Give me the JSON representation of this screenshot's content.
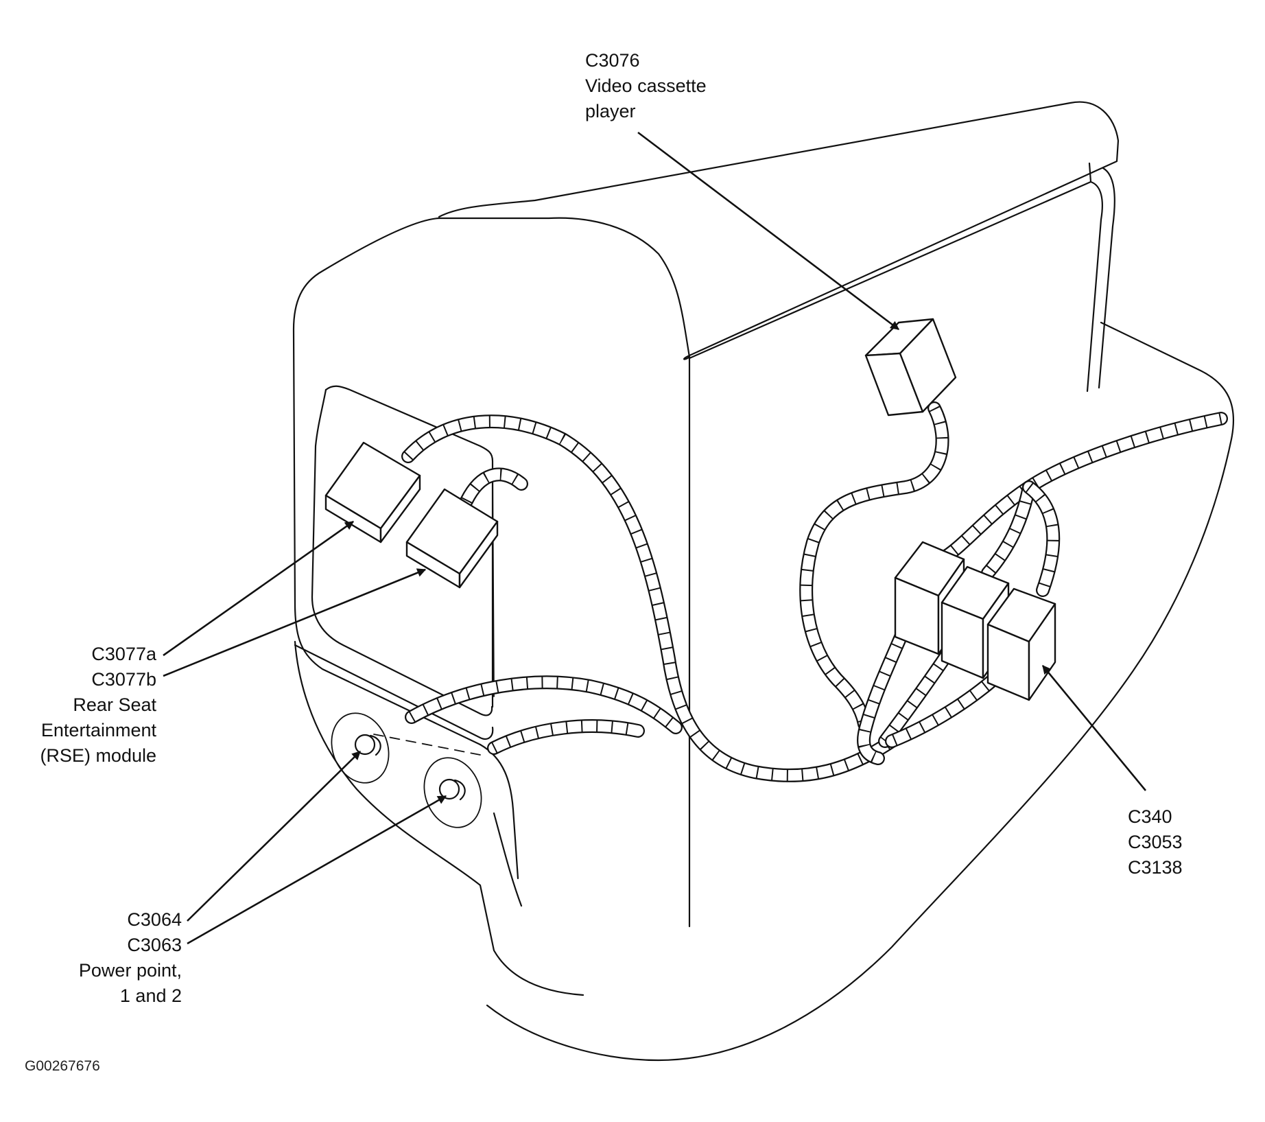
{
  "labels": {
    "video_cassette": {
      "lines": [
        "C3076",
        "Video cassette",
        "player"
      ]
    },
    "rse_module": {
      "lines": [
        "C3077a",
        "C3077b",
        "Rear Seat",
        "Entertainment",
        "(RSE) module"
      ]
    },
    "power_point": {
      "lines": [
        "C3064",
        "C3063",
        "Power point,",
        "1 and 2"
      ]
    },
    "connectors_right": {
      "lines": [
        "C340",
        "C3053",
        "C3138"
      ]
    }
  },
  "figure_code": "G00267676",
  "colors": {
    "ink": "#111111",
    "background": "#ffffff"
  }
}
